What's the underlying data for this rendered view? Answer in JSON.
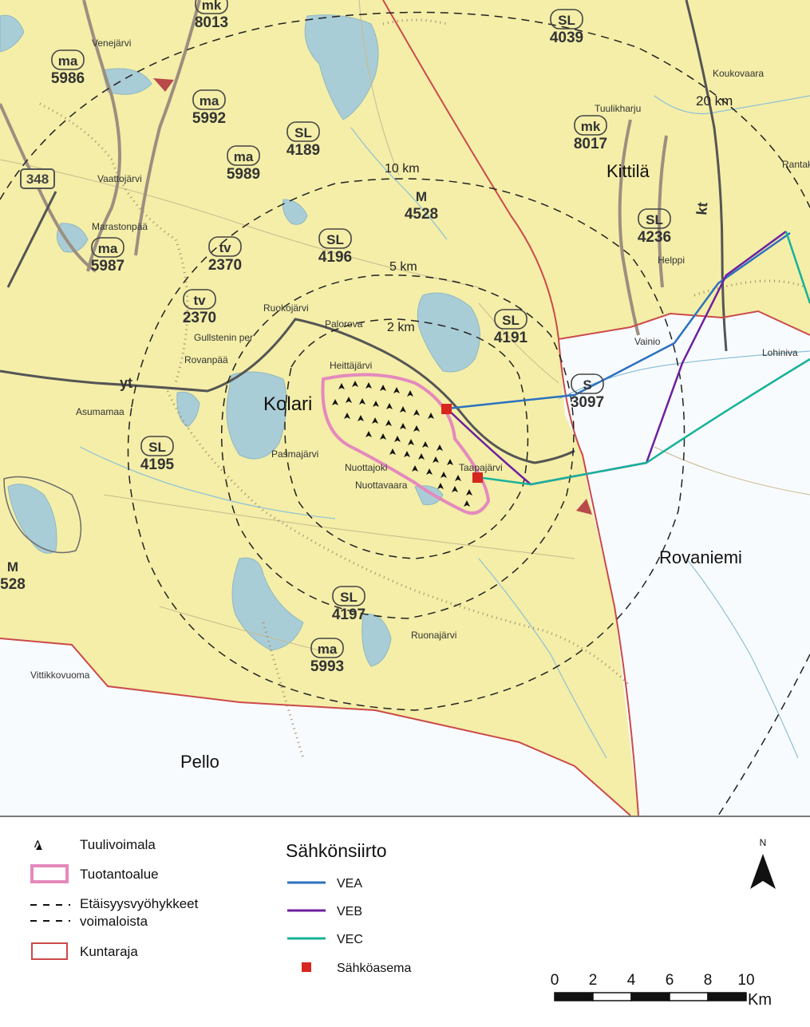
{
  "map": {
    "places": {
      "kolari": "Kolari",
      "kittila": "Kittilä",
      "rovaniemi": "Rovaniemi",
      "pello": "Pello"
    },
    "distance_zones": {
      "z2": "2 km",
      "z5": "5 km",
      "z10": "10 km",
      "z20": "20 km"
    },
    "area_labels": [
      {
        "code": "mk",
        "id": "8013"
      },
      {
        "code": "SL",
        "id": "4039"
      },
      {
        "code": "ma",
        "id": "5986"
      },
      {
        "code": "ma",
        "id": "5992"
      },
      {
        "code": "SL",
        "id": "4189"
      },
      {
        "code": "ma",
        "id": "5989"
      },
      {
        "code": "mk",
        "id": "8017"
      },
      {
        "code": "M",
        "id": "4528"
      },
      {
        "code": "SL",
        "id": "4236"
      },
      {
        "code": "SL",
        "id": "4196"
      },
      {
        "code": "tv",
        "id": "2370"
      },
      {
        "code": "ma",
        "id": "5987"
      },
      {
        "code": "tv",
        "id": "2370"
      },
      {
        "code": "SL",
        "id": "4191"
      },
      {
        "code": "S",
        "id": "3097"
      },
      {
        "code": "SL",
        "id": "4195"
      },
      {
        "code": "SL",
        "id": "4197"
      },
      {
        "code": "ma",
        "id": "5993"
      },
      {
        "code": "M",
        "id": "528"
      }
    ],
    "road_labels": {
      "r348": "348",
      "yt": "yt",
      "kt": "kt"
    },
    "small_labels": {
      "ruokojarvi": "Ruokojärvi",
      "palorova": "Palorova",
      "gullstenin": "Gullstenin per",
      "rovanpaa": "Rovanpää",
      "asumamaa": "Asumamaa",
      "heittajarvi": "Heittäjärvi",
      "pasmajarvi": "Pasmajärvi",
      "nuottajoki": "Nuottajoki",
      "nuottavaara": "Nuottavaara",
      "taapajarvi": "Taapajärvi",
      "ruonajarvi": "Ruonajärvi",
      "vittikkovuoma": "Vittikkovuoma",
      "vaattojarvi": "Vaattojärvi",
      "marastonpaa": "Marastonpää",
      "venejarvi": "Venejärvi",
      "helppi": "Helppi",
      "vainio": "Vainio",
      "lohiniva": "Lohiniva",
      "koukovaara": "Koukovaara",
      "tuulikharju": "Tuulikharju",
      "manttakari": "Rantakari"
    }
  },
  "legend": {
    "wind_turbine": "Tuulivoimala",
    "production_area": "Tuotantoalue",
    "distance_zones_line1": "Etäisyysvyöhykkeet",
    "distance_zones_line2": "voimaloista",
    "municipality_border": "Kuntaraja",
    "transmission_title": "Sähkönsiirto",
    "vea": "VEA",
    "veb": "VEB",
    "vec": "VEC",
    "substation": "Sähköasema",
    "north": "N",
    "scale_ticks": [
      "0",
      "2",
      "4",
      "6",
      "8",
      "10"
    ],
    "scale_unit": "Km"
  },
  "colors": {
    "land": "#f4eea8",
    "outside": "#f7fbfd",
    "water": "#a9cdd6",
    "municipality_border": "#cc4a4a",
    "production_area": "#e489bd",
    "vea": "#2c72bf",
    "veb": "#6e1fa0",
    "vec": "#17b29a",
    "substation": "#d7261e",
    "road_main": "#555555",
    "road_brown": "#9c8f80"
  }
}
